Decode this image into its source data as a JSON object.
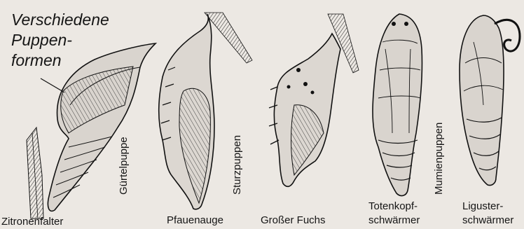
{
  "title": {
    "line1": "Verschiedene",
    "line2": "Puppen-",
    "line3": "formen"
  },
  "categories": {
    "guertel": "Gürtelpuppe",
    "sturz": "Sturzpuppen",
    "mumien": "Mumienpuppen"
  },
  "species": {
    "zitronenfalter": "Zitronenfalter",
    "pfauenauge": "Pfauenauge",
    "grosser_fuchs": "Großer Fuchs",
    "totenkopf_line1": "Totenkopf-",
    "totenkopf_line2": "schwärmer",
    "liguster_line1": "Liguster-",
    "liguster_line2": "schwärmer"
  },
  "colors": {
    "background": "#ece8e3",
    "ink": "#151515"
  },
  "icons": [
    "pupa-zitronenfalter",
    "pupa-pfauenauge",
    "pupa-grosser-fuchs",
    "pupa-totenkopfschwaermer",
    "pupa-ligusterschwaermer"
  ]
}
